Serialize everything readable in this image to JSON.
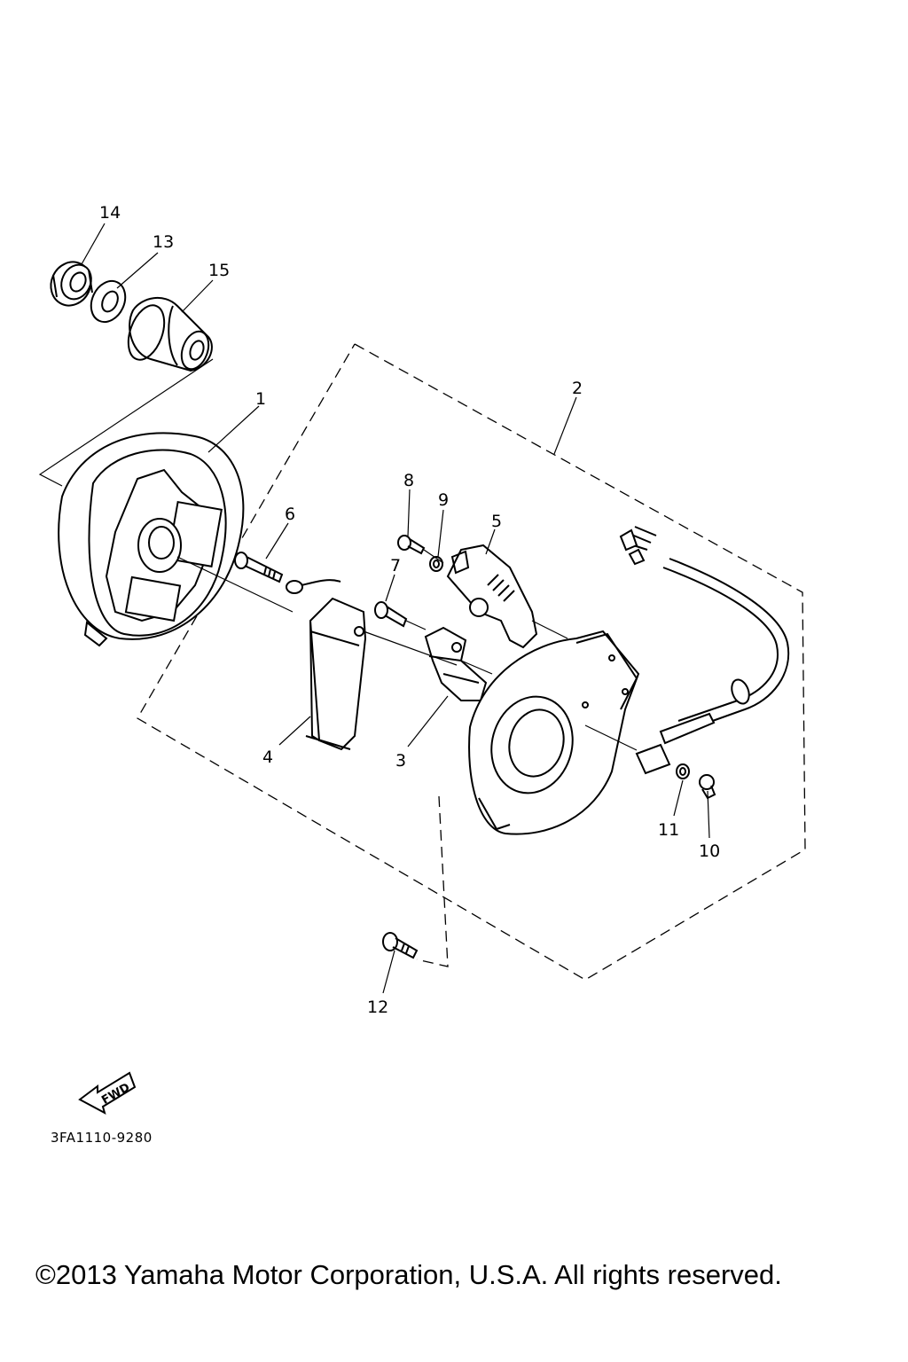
{
  "callouts": {
    "p1": "1",
    "p2": "2",
    "p3": "3",
    "p4": "4",
    "p5": "5",
    "p6": "6",
    "p7": "7",
    "p8": "8",
    "p9": "9",
    "p10": "10",
    "p11": "11",
    "p12": "12",
    "p13": "13",
    "p14": "14",
    "p15": "15"
  },
  "fwd_label": "FWD",
  "diagram_code": "3FA1110-9280",
  "copyright": "©2013 Yamaha Motor Corporation, U.S.A. All rights reserved."
}
